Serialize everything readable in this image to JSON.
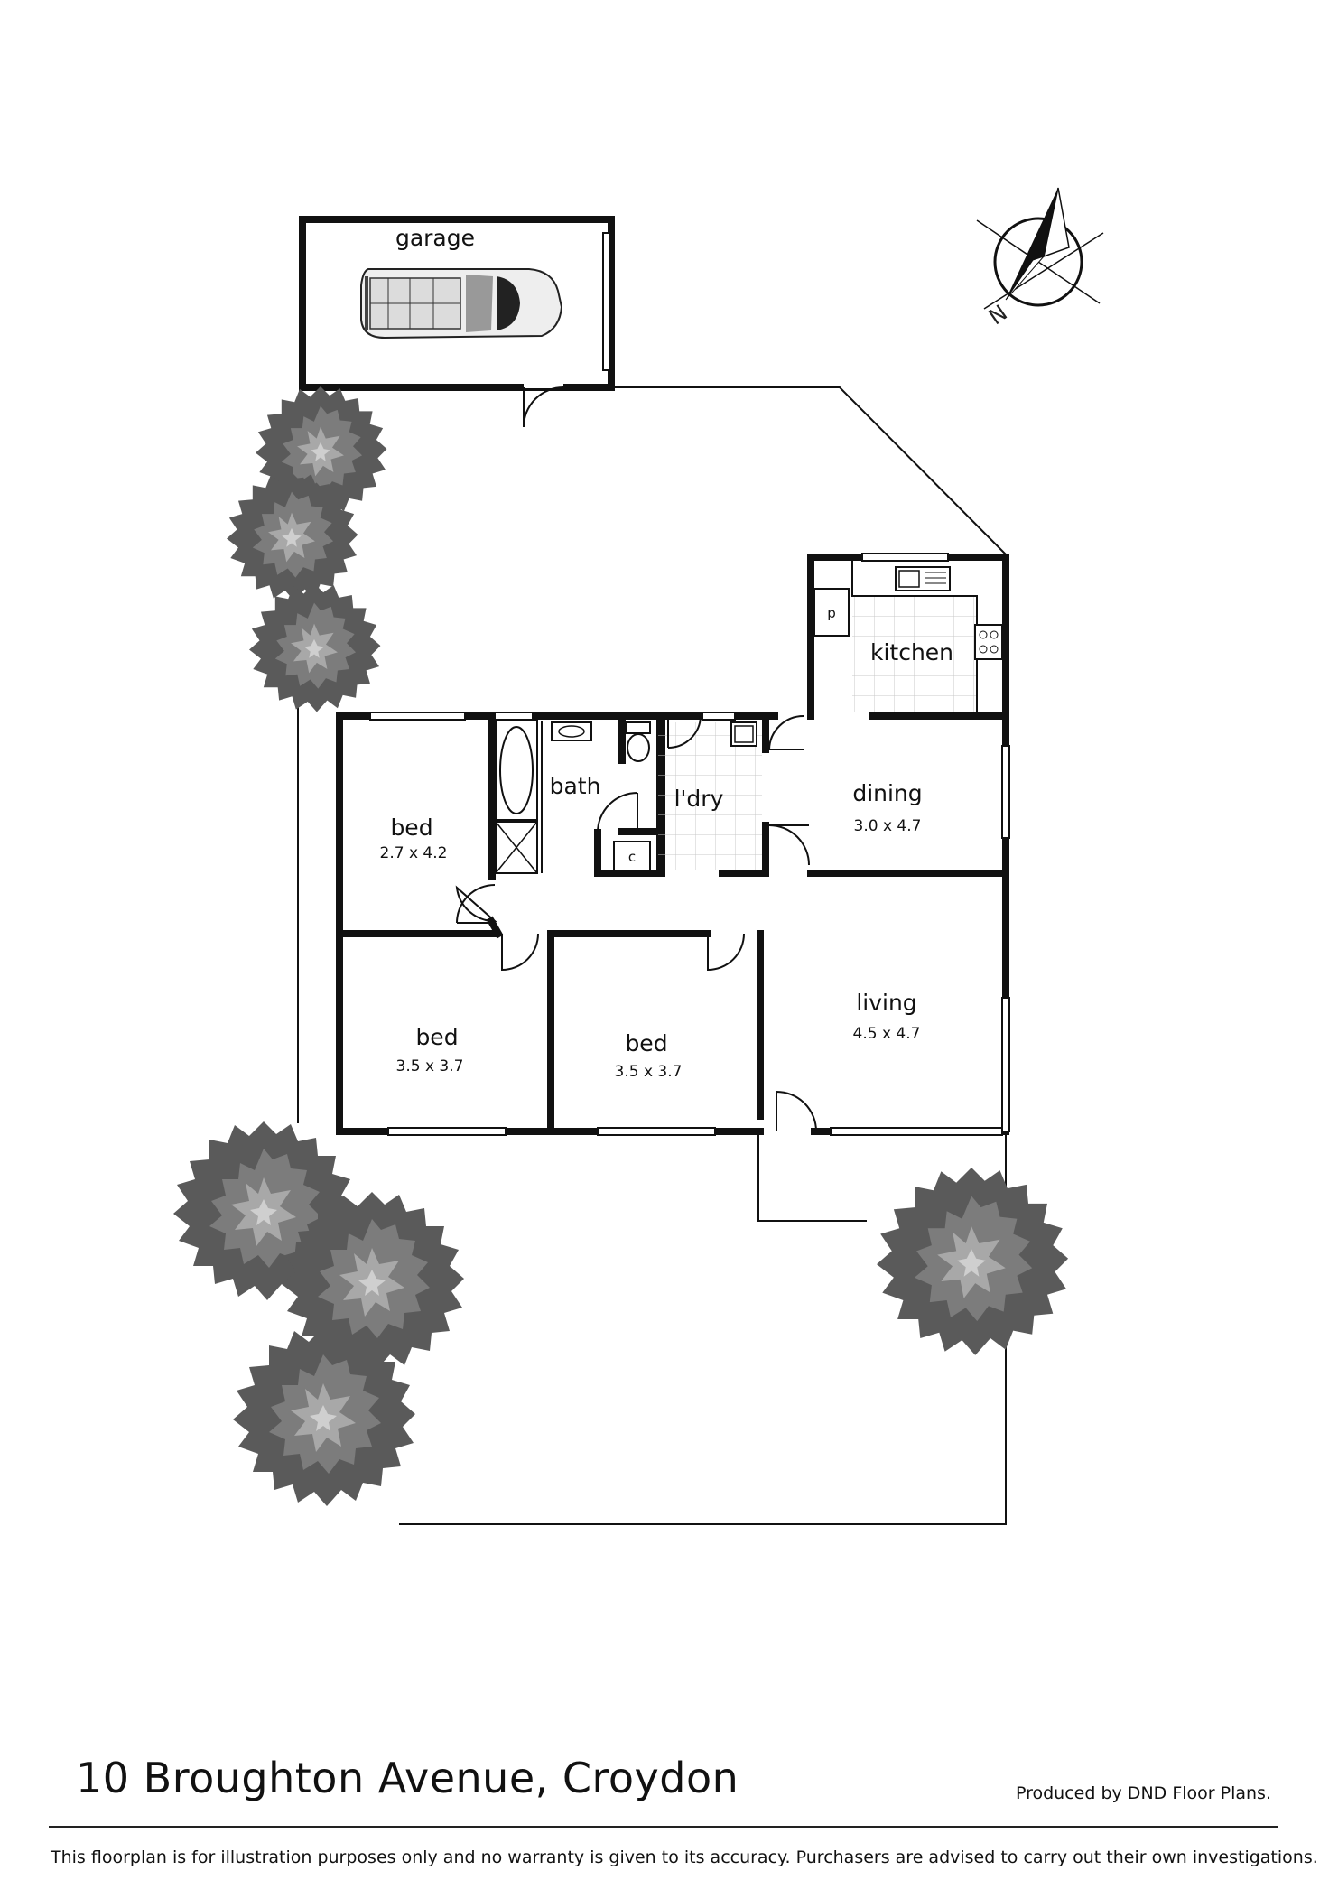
{
  "rooms": {
    "garage": {
      "name": "garage"
    },
    "kitchen": {
      "name": "kitchen",
      "pantry": "p"
    },
    "bath": {
      "name": "bath",
      "cupboard": "c"
    },
    "laundry": {
      "name": "l'dry"
    },
    "dining": {
      "name": "dining",
      "dims": "3.0 x 4.7"
    },
    "bed1": {
      "name": "bed",
      "dims": "2.7 x 4.2"
    },
    "bed2": {
      "name": "bed",
      "dims": "3.5 x 3.7"
    },
    "bed3": {
      "name": "bed",
      "dims": "3.5 x 3.7"
    },
    "living": {
      "name": "living",
      "dims": "4.5 x 4.7"
    }
  },
  "compass": {
    "label": "N"
  },
  "footer": {
    "address": "10 Broughton Avenue, Croydon",
    "producer": "Produced by DND Floor Plans.",
    "disclaimer": "This floorplan is for illustration purposes only and no warranty is given to its accuracy. Purchasers are advised to carry out their own investigations."
  },
  "colors": {
    "wall": "#111111",
    "tree_dark": "#555555",
    "tree_light": "#9a9a9a",
    "tile_grid": "#c8c8c8"
  }
}
